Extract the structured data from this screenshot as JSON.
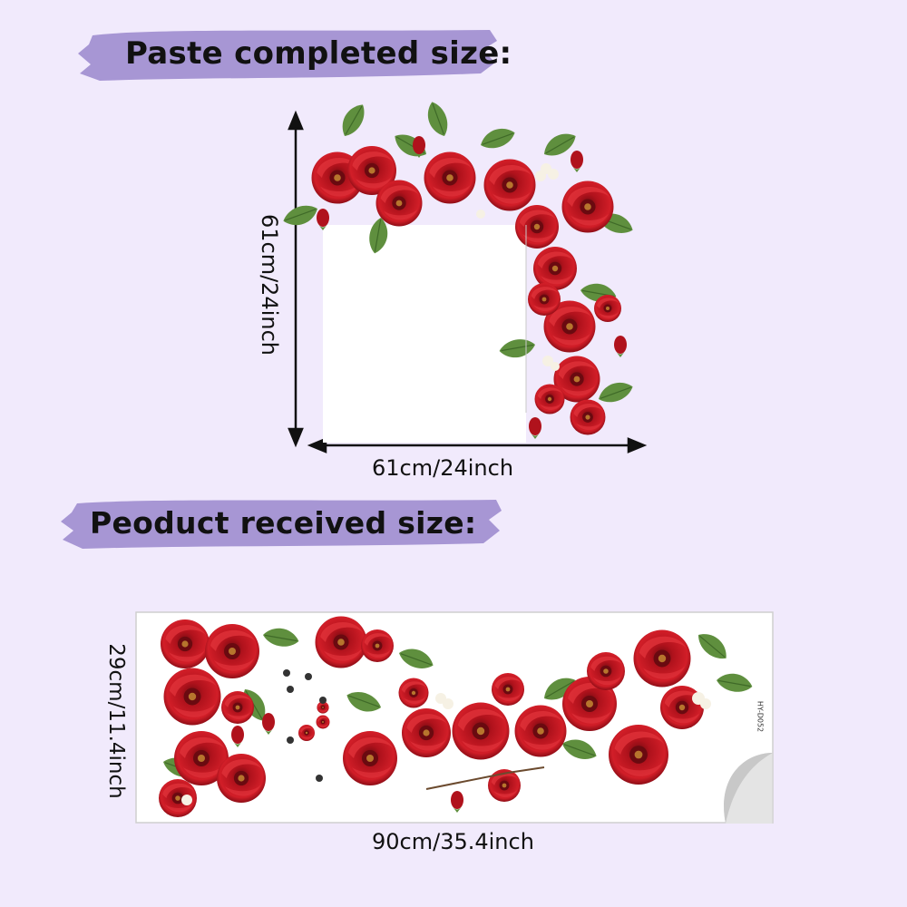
{
  "completed_section": {
    "title": "Paste completed size:",
    "width_label": "61cm/24inch",
    "height_label": "61cm/24inch"
  },
  "received_section": {
    "title": "Peoduct received size:",
    "width_label": "90cm/35.4inch",
    "height_label": "29cm/11.4inch",
    "product_code": "HY-D052"
  },
  "colors": {
    "background": "#f1eafc",
    "banner": "#a796d4",
    "rose": "#c4141e",
    "leaf": "#5f8f3e"
  }
}
